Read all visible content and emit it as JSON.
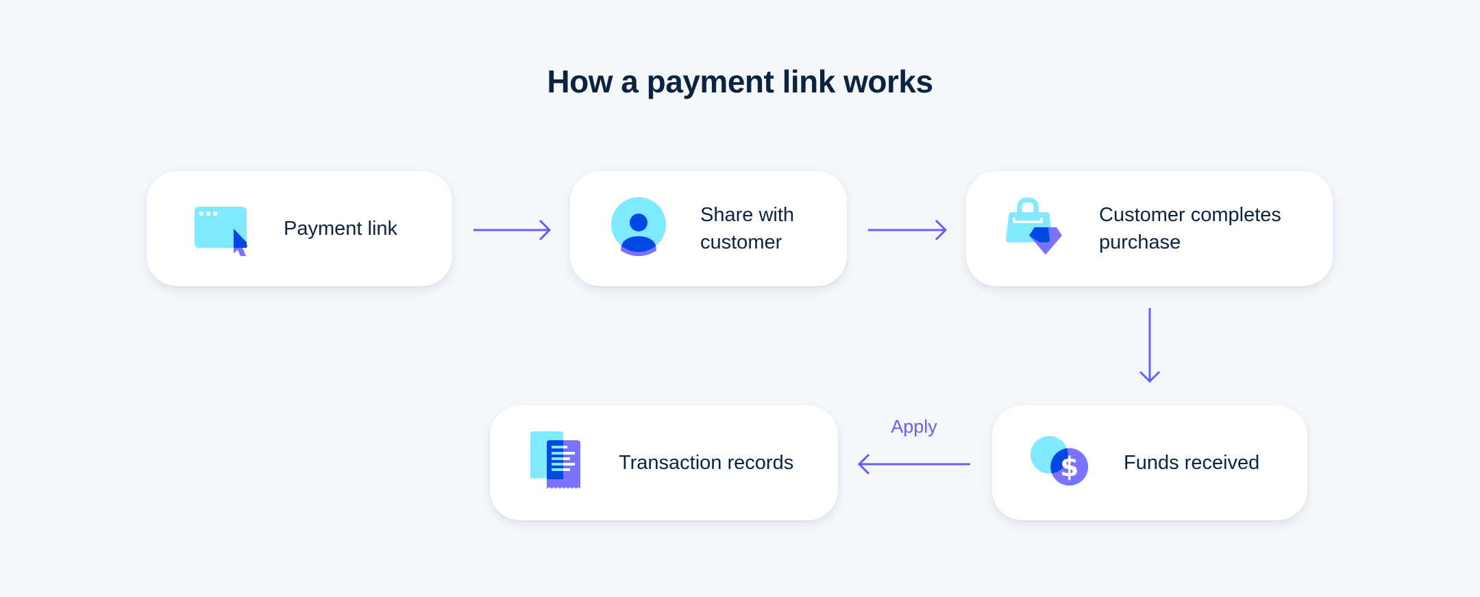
{
  "title": "How a payment link works",
  "colors": {
    "background": "#f5f8fb",
    "card": "#ffffff",
    "text": "#0b2340",
    "accent": "#635bff",
    "icon_cyan": "#80e9ff",
    "icon_blue": "#0048e5",
    "icon_purple": "#7a73ff"
  },
  "steps": [
    {
      "id": "payment-link",
      "label": "Payment link",
      "icon": "browser-cursor-icon"
    },
    {
      "id": "share-with-customer",
      "label": "Share with\ncustomer",
      "icon": "user-avatar-icon"
    },
    {
      "id": "customer-completes-purchase",
      "label": "Customer completes\npurchase",
      "icon": "shopping-bag-gem-icon"
    },
    {
      "id": "funds-received",
      "label": "Funds received",
      "icon": "coin-dollar-icon"
    },
    {
      "id": "transaction-records",
      "label": "Transaction records",
      "icon": "receipts-icon"
    }
  ],
  "connectors": [
    {
      "from": "payment-link",
      "to": "share-with-customer",
      "direction": "right",
      "label": ""
    },
    {
      "from": "share-with-customer",
      "to": "customer-completes-purchase",
      "direction": "right",
      "label": ""
    },
    {
      "from": "customer-completes-purchase",
      "to": "funds-received",
      "direction": "down",
      "label": ""
    },
    {
      "from": "funds-received",
      "to": "transaction-records",
      "direction": "left",
      "label": "Apply"
    }
  ]
}
